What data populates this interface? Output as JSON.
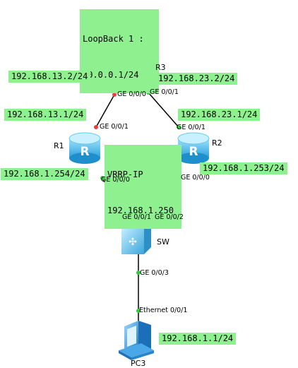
{
  "devices": {
    "r1": {
      "name": "R1"
    },
    "r2": {
      "name": "R2"
    },
    "r3": {
      "name": "R3"
    },
    "sw": {
      "name": "SW"
    },
    "pc3": {
      "name": "PC3"
    }
  },
  "labels": {
    "loopback_line1": "LoopBack 1 :",
    "loopback_line2": "10.0.0.1/24",
    "r3_left_ip": "192.168.13.2/24",
    "r3_right_ip": "192.168.23.2/24",
    "r1_up_ip": "192.168.13.1/24",
    "r2_up_ip": "192.168.23.1/24",
    "vrrp_line1": "VRRP-IP",
    "vrrp_line2": "192.168.1.250",
    "r1_down_ip": "192.168.1.254/24",
    "r2_down_ip": "192.168.1.253/24",
    "pc3_ip": "192.168.1.1/24"
  },
  "ports": {
    "r3_left": "GE 0/0/0",
    "r3_right": "GE 0/0/1",
    "r1_up": "GE 0/0/1",
    "r2_up": "GE 0/0/1",
    "r1_down": "GE 0/0/0",
    "r2_down": "GE 0/0/0",
    "sw_left": "GE 0/0/1",
    "sw_right": "GE 0/0/2",
    "sw_down": "GE 0/0/3",
    "pc3_port": "Ethernet 0/0/1"
  },
  "colors": {
    "label_bg": "#8ff08f",
    "router_blue": "#3fb4e8",
    "router_orange": "#f59a3a",
    "port_up": "#2fcf3f",
    "port_down": "#e84040"
  }
}
